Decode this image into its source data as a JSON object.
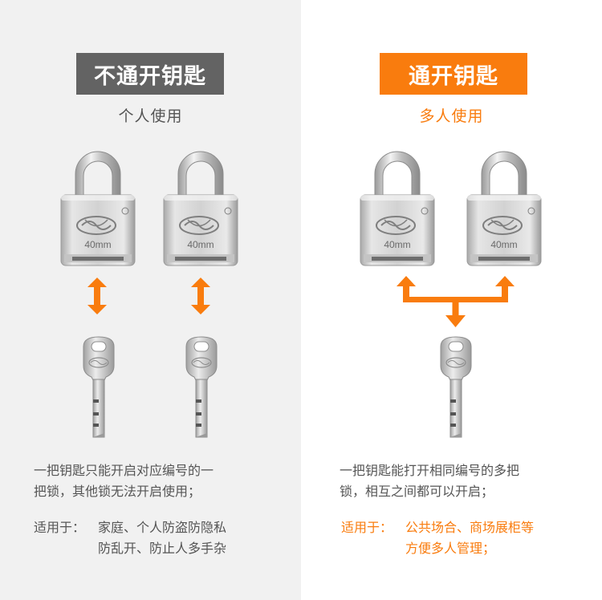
{
  "left": {
    "title": "不通开钥匙",
    "subtitle": "个人使用",
    "desc_line1": "一把钥匙只能开启对应编号的一",
    "desc_line2": "把锁，其他锁无法开启使用；",
    "usage_label": "适用于：",
    "usage_line1": "家庭、个人防盗防隐私",
    "usage_line2": "防乱开、防止人多手杂"
  },
  "right": {
    "title": "通开钥匙",
    "subtitle": "多人使用",
    "desc_line1": "一把钥匙能打开相同编号的多把",
    "desc_line2": "锁，相互之间都可以开启；",
    "usage_label": "适用于：",
    "usage_line1": "公共场合、商场展柜等",
    "usage_line2": "方便多人管理；"
  },
  "lock_label": "40mm",
  "colors": {
    "accent": "#f97c0e",
    "title_gray": "#636363",
    "left_bg": "#f1f1f1"
  }
}
